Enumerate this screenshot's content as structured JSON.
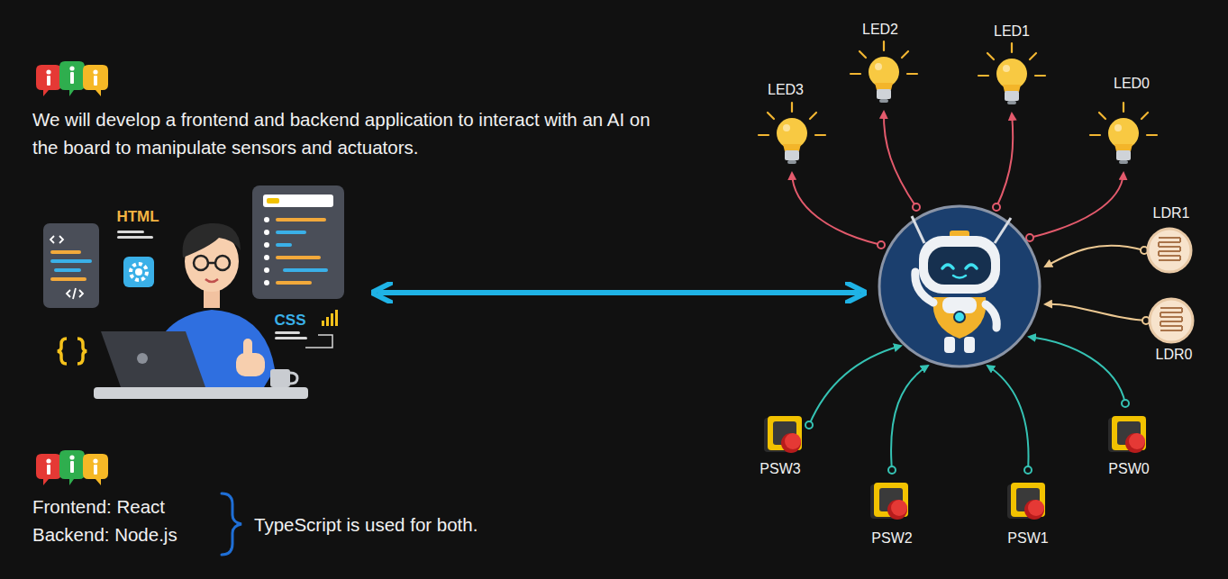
{
  "diagram": {
    "labels": [
      "We will develop a frontend and backend application to interact with an AI on the board to manipulate sensors and actuators.",
      "HTML",
      "CSS",
      "Frontend: React",
      "Backend: Node.js",
      "TypeScript is used for both.",
      "LED3",
      "LED2",
      "LED1",
      "LED0",
      "LDR1",
      "LDR0",
      "PSW3",
      "PSW2",
      "PSW1",
      "PSW0"
    ]
  }
}
